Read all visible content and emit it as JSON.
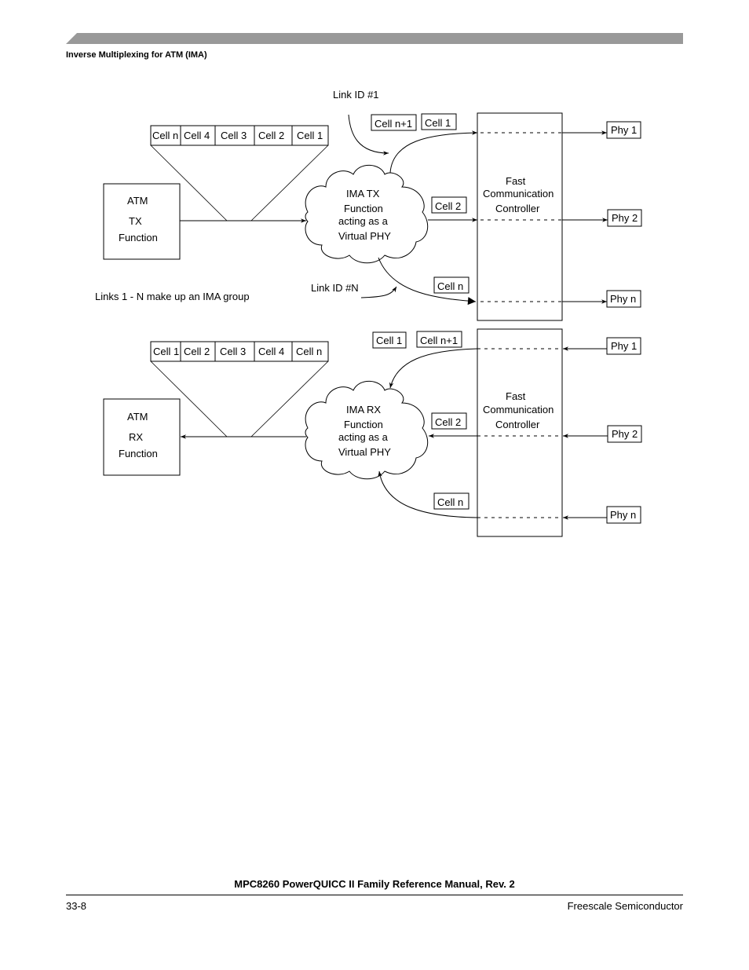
{
  "header": {
    "section_title": "Inverse Multiplexing for ATM (IMA)",
    "bar_color": "#999999"
  },
  "tx": {
    "link_id_first": "Link ID #1",
    "link_id_last": "Link ID #N",
    "cells_stack": [
      "Cell n",
      "Cell 4",
      "Cell 3",
      "Cell 2",
      "Cell 1"
    ],
    "atm_box": [
      "ATM",
      "TX",
      "Function"
    ],
    "ima_cloud": [
      "IMA TX",
      "Function",
      "acting as a",
      "Virtual PHY"
    ],
    "link_cells": {
      "link1": [
        "Cell n+1",
        "Cell 1"
      ],
      "link2": "Cell 2",
      "linkn": "Cell n"
    },
    "fcc": [
      "Fast",
      "Communication",
      "Controller"
    ],
    "phys": [
      "Phy 1",
      "Phy 2",
      "Phy n"
    ],
    "group_note": "Links 1 - N make up an IMA group"
  },
  "rx": {
    "cells_stack": [
      "Cell 1",
      "Cell 2",
      "Cell 3",
      "Cell 4",
      "Cell n"
    ],
    "atm_box": [
      "ATM",
      "RX",
      "Function"
    ],
    "ima_cloud": [
      "IMA RX",
      "Function",
      "acting as a",
      "Virtual PHY"
    ],
    "link_cells": {
      "link1": [
        "Cell 1",
        "Cell n+1"
      ],
      "link2": "Cell 2",
      "linkn": "Cell n"
    },
    "fcc": [
      "Fast",
      "Communication",
      "Controller"
    ],
    "phys": [
      "Phy 1",
      "Phy 2",
      "Phy n"
    ]
  },
  "footer": {
    "manual_title": "MPC8260 PowerQUICC II Family Reference Manual, Rev. 2",
    "page_number": "33-8",
    "company": "Freescale Semiconductor"
  }
}
